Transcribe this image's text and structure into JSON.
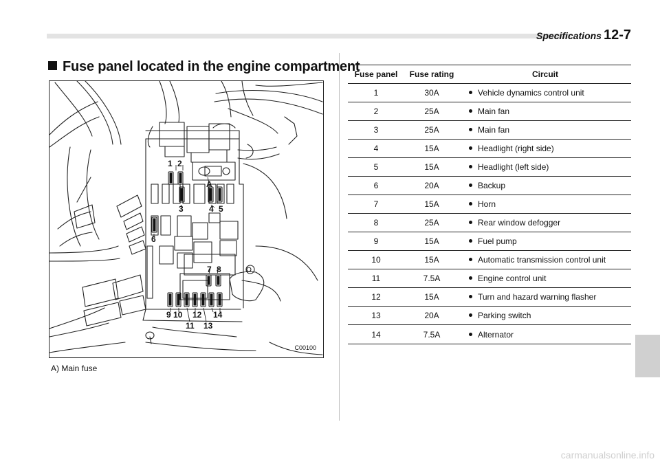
{
  "header": {
    "section": "Specifications",
    "page": "12-7"
  },
  "section_heading": "Fuse panel located in the engine compartment",
  "figure": {
    "code": "C00100",
    "caption": "A)  Main fuse",
    "callouts": {
      "f1": "1",
      "f2": "2",
      "a": "A",
      "f3": "3",
      "f4": "4",
      "f5": "5",
      "f6": "6",
      "f7": "7",
      "f8": "8",
      "f9": "9",
      "f10": "10",
      "f11": "11",
      "f12": "12",
      "f13": "13",
      "f14": "14"
    }
  },
  "table": {
    "headers": {
      "panel": "Fuse panel",
      "rating": "Fuse rating",
      "circuit": "Circuit"
    },
    "rows": [
      {
        "panel": "1",
        "rating": "30A",
        "circuit": "Vehicle dynamics control unit"
      },
      {
        "panel": "2",
        "rating": "25A",
        "circuit": "Main fan"
      },
      {
        "panel": "3",
        "rating": "25A",
        "circuit": "Main fan"
      },
      {
        "panel": "4",
        "rating": "15A",
        "circuit": "Headlight (right side)"
      },
      {
        "panel": "5",
        "rating": "15A",
        "circuit": "Headlight (left side)"
      },
      {
        "panel": "6",
        "rating": "20A",
        "circuit": "Backup"
      },
      {
        "panel": "7",
        "rating": "15A",
        "circuit": "Horn"
      },
      {
        "panel": "8",
        "rating": "25A",
        "circuit": "Rear window defogger"
      },
      {
        "panel": "9",
        "rating": "15A",
        "circuit": "Fuel pump"
      },
      {
        "panel": "10",
        "rating": "15A",
        "circuit": "Automatic transmission control unit"
      },
      {
        "panel": "11",
        "rating": "7.5A",
        "circuit": "Engine control unit"
      },
      {
        "panel": "12",
        "rating": "15A",
        "circuit": "Turn and hazard warning flasher"
      },
      {
        "panel": "13",
        "rating": "20A",
        "circuit": "Parking switch"
      },
      {
        "panel": "14",
        "rating": "7.5A",
        "circuit": "Alternator"
      }
    ]
  },
  "watermark": "carmanualsonline.info"
}
